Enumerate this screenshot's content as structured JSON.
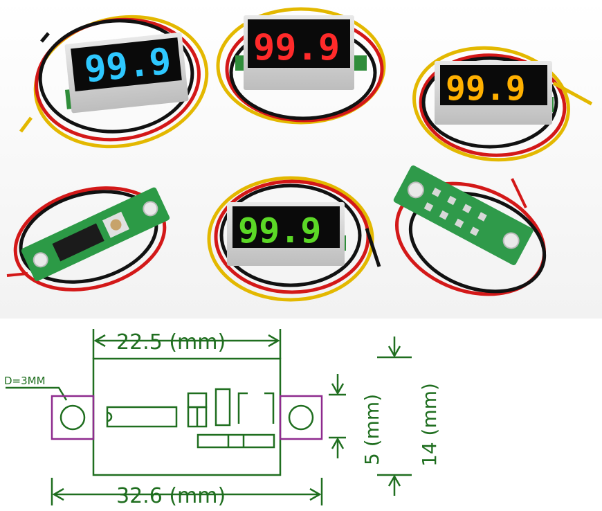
{
  "modules": [
    {
      "digits": "99.9",
      "color": "#2ec8ff",
      "view": "front"
    },
    {
      "digits": "99.9",
      "color": "#ff2a2a",
      "view": "front"
    },
    {
      "digits": "99.9",
      "color": "#ffb000",
      "view": "front"
    },
    {
      "view": "back-components"
    },
    {
      "digits": "99.9",
      "color": "#5bd826",
      "view": "front"
    },
    {
      "view": "back-pads"
    }
  ],
  "drawing": {
    "hole_label": "D=3MM",
    "inner_width": "22.5 (mm)",
    "outer_width": "32.6 (mm)",
    "inner_height": "5 (mm)",
    "outer_height": "14 (mm)",
    "line_color": "#1f6e1f",
    "tab_color": "#8e2a8e"
  }
}
